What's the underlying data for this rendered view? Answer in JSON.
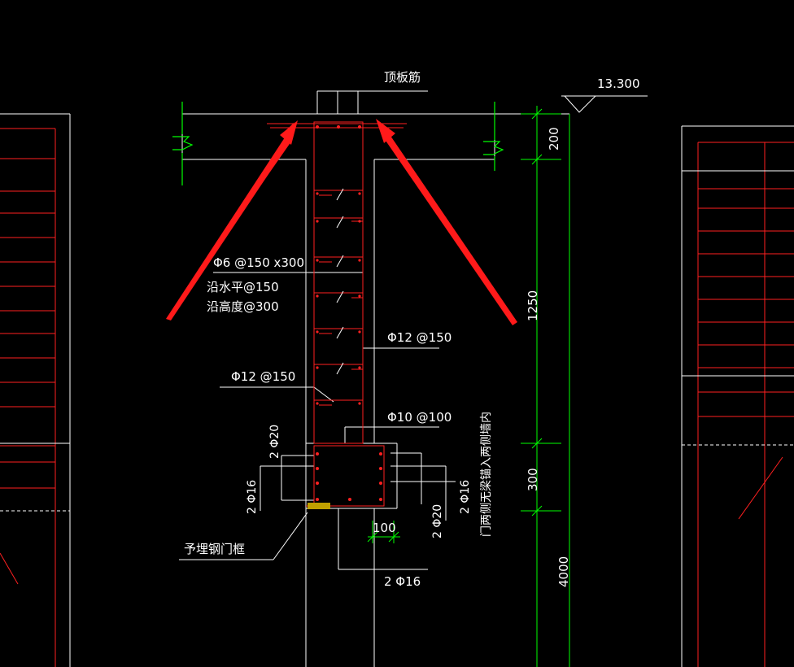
{
  "colors": {
    "background": "#000000",
    "line_white": "#ffffff",
    "line_red": "#ff2020",
    "line_green": "#00ff00",
    "arrow_red": "#ff1a1a"
  },
  "labels": {
    "top_slab_rebar": "顶板筋",
    "elevation": "13.300",
    "dim_200": "200",
    "dim_1250": "1250",
    "dim_300": "300",
    "dim_4000": "4000",
    "dim_100": "100",
    "stirrup_wall": "Φ6 @150 x300",
    "along_horizontal": "沿水平@150",
    "along_height": "沿高度@300",
    "rebar_right": "Φ12 @150",
    "rebar_left": "Φ12 @150",
    "stirrup_beam": "Φ10 @100",
    "beam_top_left": "2 Φ20",
    "beam_left_bottom": "2 Φ16",
    "beam_right_top": "2 Φ16",
    "beam_right_bottom": "2 Φ20",
    "beam_bottom": "2 Φ16",
    "door_frame": "予埋钢门框",
    "door_note": "门两侧无梁锚入两侧墙内"
  }
}
